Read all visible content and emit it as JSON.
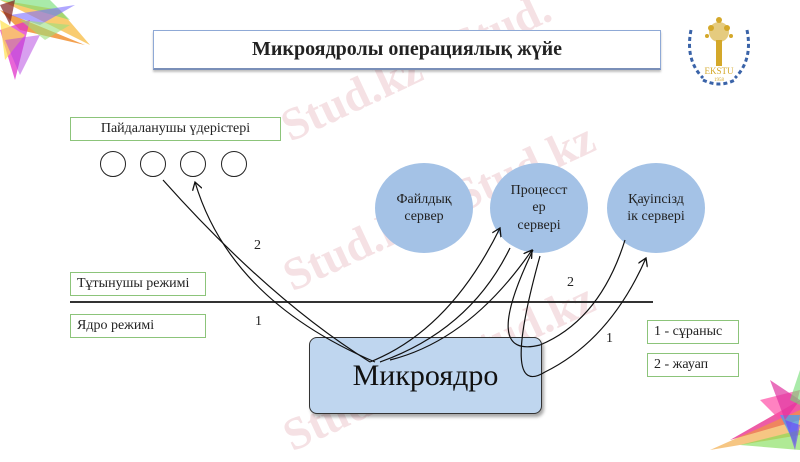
{
  "slide": {
    "title": "Микроядролы операциялық жүйе",
    "logo": {
      "name": "EKSTU",
      "year": "1958"
    },
    "watermarks": [
      "Stud.kz - Stud.",
      "Stud.kz - Stud.kz",
      "Stud.kz - Stud.kz"
    ]
  },
  "diagram": {
    "user_processes_label": "Пайдаланушы үдерістері",
    "process_circles": 4,
    "user_mode_label": "Тұтынушы режимі",
    "kernel_mode_label": "Ядро режимі",
    "servers": [
      {
        "id": "file",
        "label_line1": "Файлдық",
        "label_line2": "сервер",
        "label_line3": ""
      },
      {
        "id": "process",
        "label_line1": "Процесст",
        "label_line2": "ер",
        "label_line3": "сервері"
      },
      {
        "id": "security",
        "label_line1": "Қауіпсізд",
        "label_line2": "ік сервері",
        "label_line3": ""
      }
    ],
    "kernel_label": "Микроядро",
    "arrow_labels": {
      "left_2": "2",
      "left_1": "1",
      "right_2": "2",
      "right_1": "1"
    },
    "legend": {
      "request": "1 - сұраныс",
      "response": "2 - жауап"
    }
  },
  "colors": {
    "server_fill": "#a4c2e6",
    "kernel_fill": "#bfd6ef",
    "box_border": "#8cc47a",
    "title_border": "#8fa9d6"
  }
}
